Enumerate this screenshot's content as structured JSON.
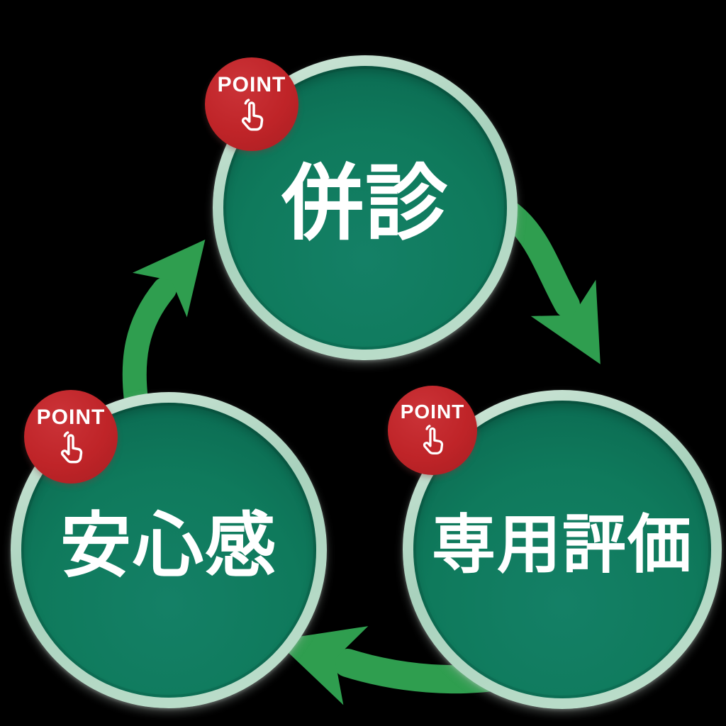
{
  "diagram": {
    "type": "cycle",
    "background_color": "#000000",
    "badge_label": "POINT",
    "badge_icon": "tap-hand-icon",
    "nodes": [
      {
        "id": "top",
        "label": "併診",
        "badge": "POINT"
      },
      {
        "id": "right",
        "label": "専用評価",
        "badge": "POINT"
      },
      {
        "id": "left",
        "label": "安心感",
        "badge": "POINT"
      }
    ],
    "flow": [
      {
        "from": "top",
        "to": "right"
      },
      {
        "from": "right",
        "to": "left"
      },
      {
        "from": "left",
        "to": "top"
      }
    ],
    "colors": {
      "circle_fill": "#0f7a5c",
      "circle_fill_dark": "#095f48",
      "circle_ring_mint": "#b9dcc8",
      "arrow_green": "#2f9e4f",
      "badge_red": "#bf2428",
      "text_white": "#ffffff"
    }
  }
}
